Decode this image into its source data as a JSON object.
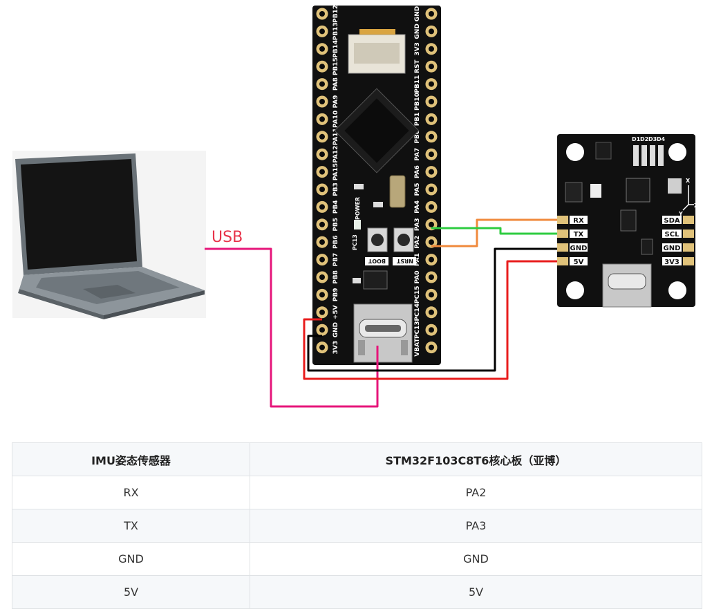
{
  "diagram": {
    "usb_label": "USB",
    "stm32_board": {
      "left_pins": [
        "PB12",
        "PB13",
        "PB14",
        "PB15",
        "PA8",
        "PA9",
        "PA10",
        "PA11",
        "PA12",
        "PA15",
        "PB3",
        "PB4",
        "PB5",
        "PB6",
        "PB7",
        "PB8",
        "PB9",
        "+5V",
        "GND",
        "3V3"
      ],
      "right_pins": [
        "GND",
        "GND",
        "3V3",
        "RST",
        "PB11",
        "PB10",
        "PB1",
        "PB0",
        "PA7",
        "PA6",
        "PA5",
        "PA4",
        "PA3",
        "PA2",
        "PA1",
        "PA0",
        "PC15",
        "PC14",
        "PC13",
        "VBAT"
      ],
      "silk_power": "POWER",
      "silk_pc13": "PC13",
      "silk_boot": "BOOT",
      "silk_nrst": "NRST"
    },
    "imu_module": {
      "left_pins": [
        "RX",
        "TX",
        "GND",
        "5V"
      ],
      "right_pins": [
        "SDA",
        "SCL",
        "GND",
        "3V3"
      ],
      "led_labels": [
        "D1",
        "D2",
        "D3",
        "D4"
      ],
      "axis_x": "X",
      "axis_y": "Y",
      "axis_z": "Z"
    },
    "wire_colors": {
      "usb": "#e6157a",
      "rx_tx_a": "#f08a3c",
      "rx_tx_b": "#2ecc40",
      "gnd": "#000000",
      "vcc": "#e81c1c"
    }
  },
  "table": {
    "headers": [
      "IMU姿态传感器",
      "STM32F103C8T6核心板（亚博）"
    ],
    "rows": [
      [
        "RX",
        "PA2"
      ],
      [
        "TX",
        "PA3"
      ],
      [
        "GND",
        "GND"
      ],
      [
        "5V",
        "5V"
      ]
    ]
  }
}
